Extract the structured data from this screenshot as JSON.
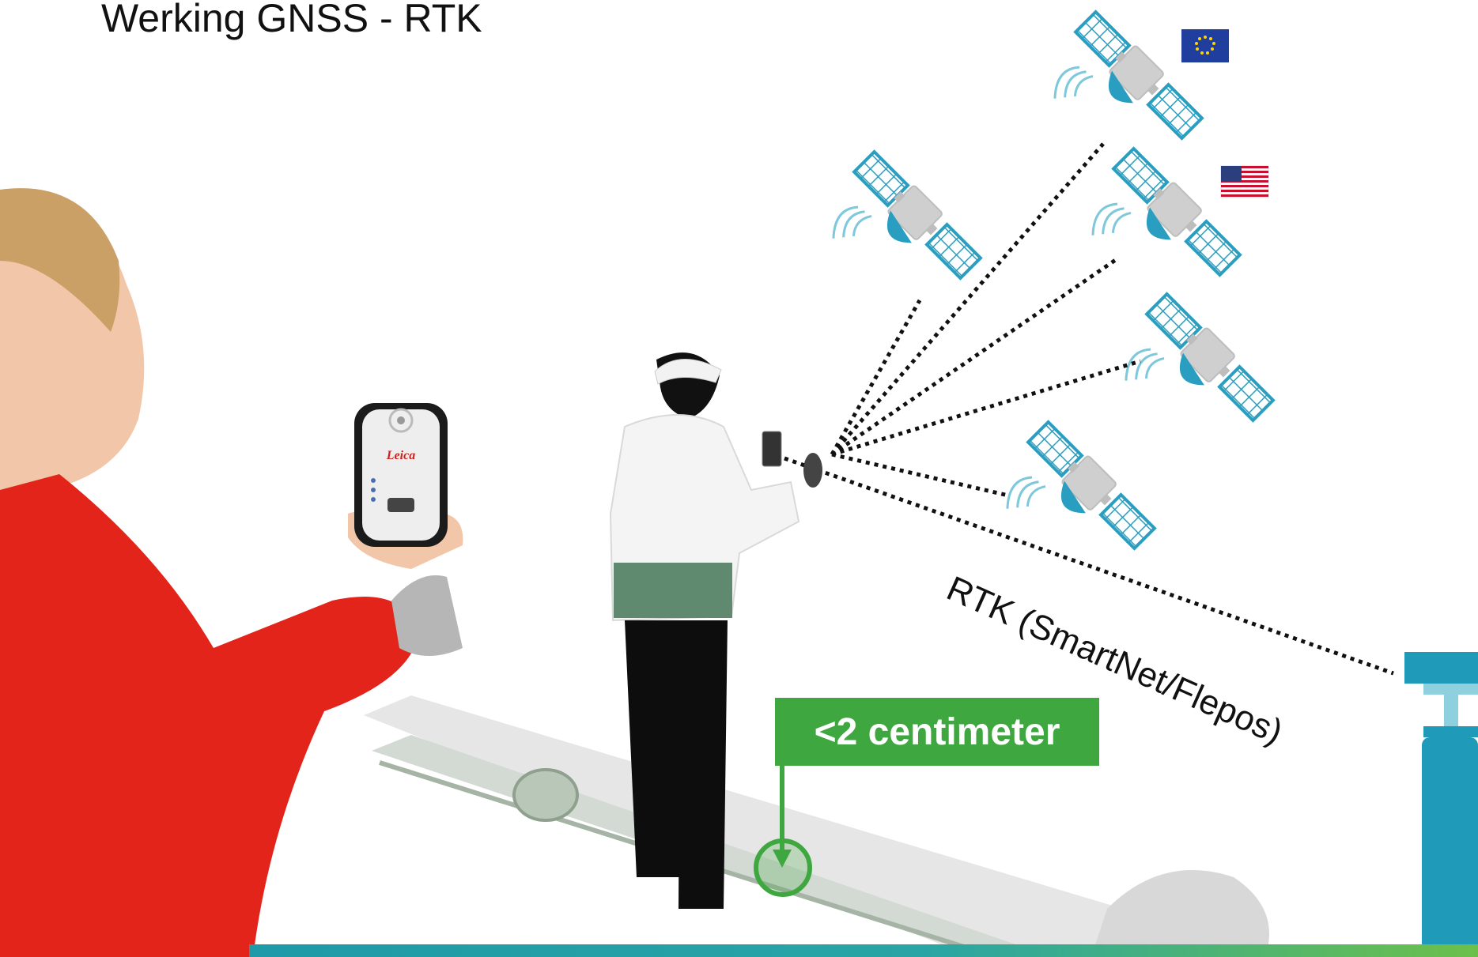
{
  "slide": {
    "title": "Werking GNSS - RTK",
    "rtk_label": "RTK (SmartNet/Flepos)",
    "accuracy_label": "<2 centimeter",
    "device_brand": "Leica"
  },
  "flags": [
    "eu-flag",
    "us-flag"
  ],
  "colors": {
    "satellite_panel": "#2a9ec0",
    "satellite_body": "#c9c9c9",
    "accent_green": "#3fa73f",
    "jacket_red": "#e3241b",
    "base_station": "#1f9ab8",
    "bottom_bar_start": "#1e9aa8",
    "bottom_bar_end": "#6cc04a"
  }
}
